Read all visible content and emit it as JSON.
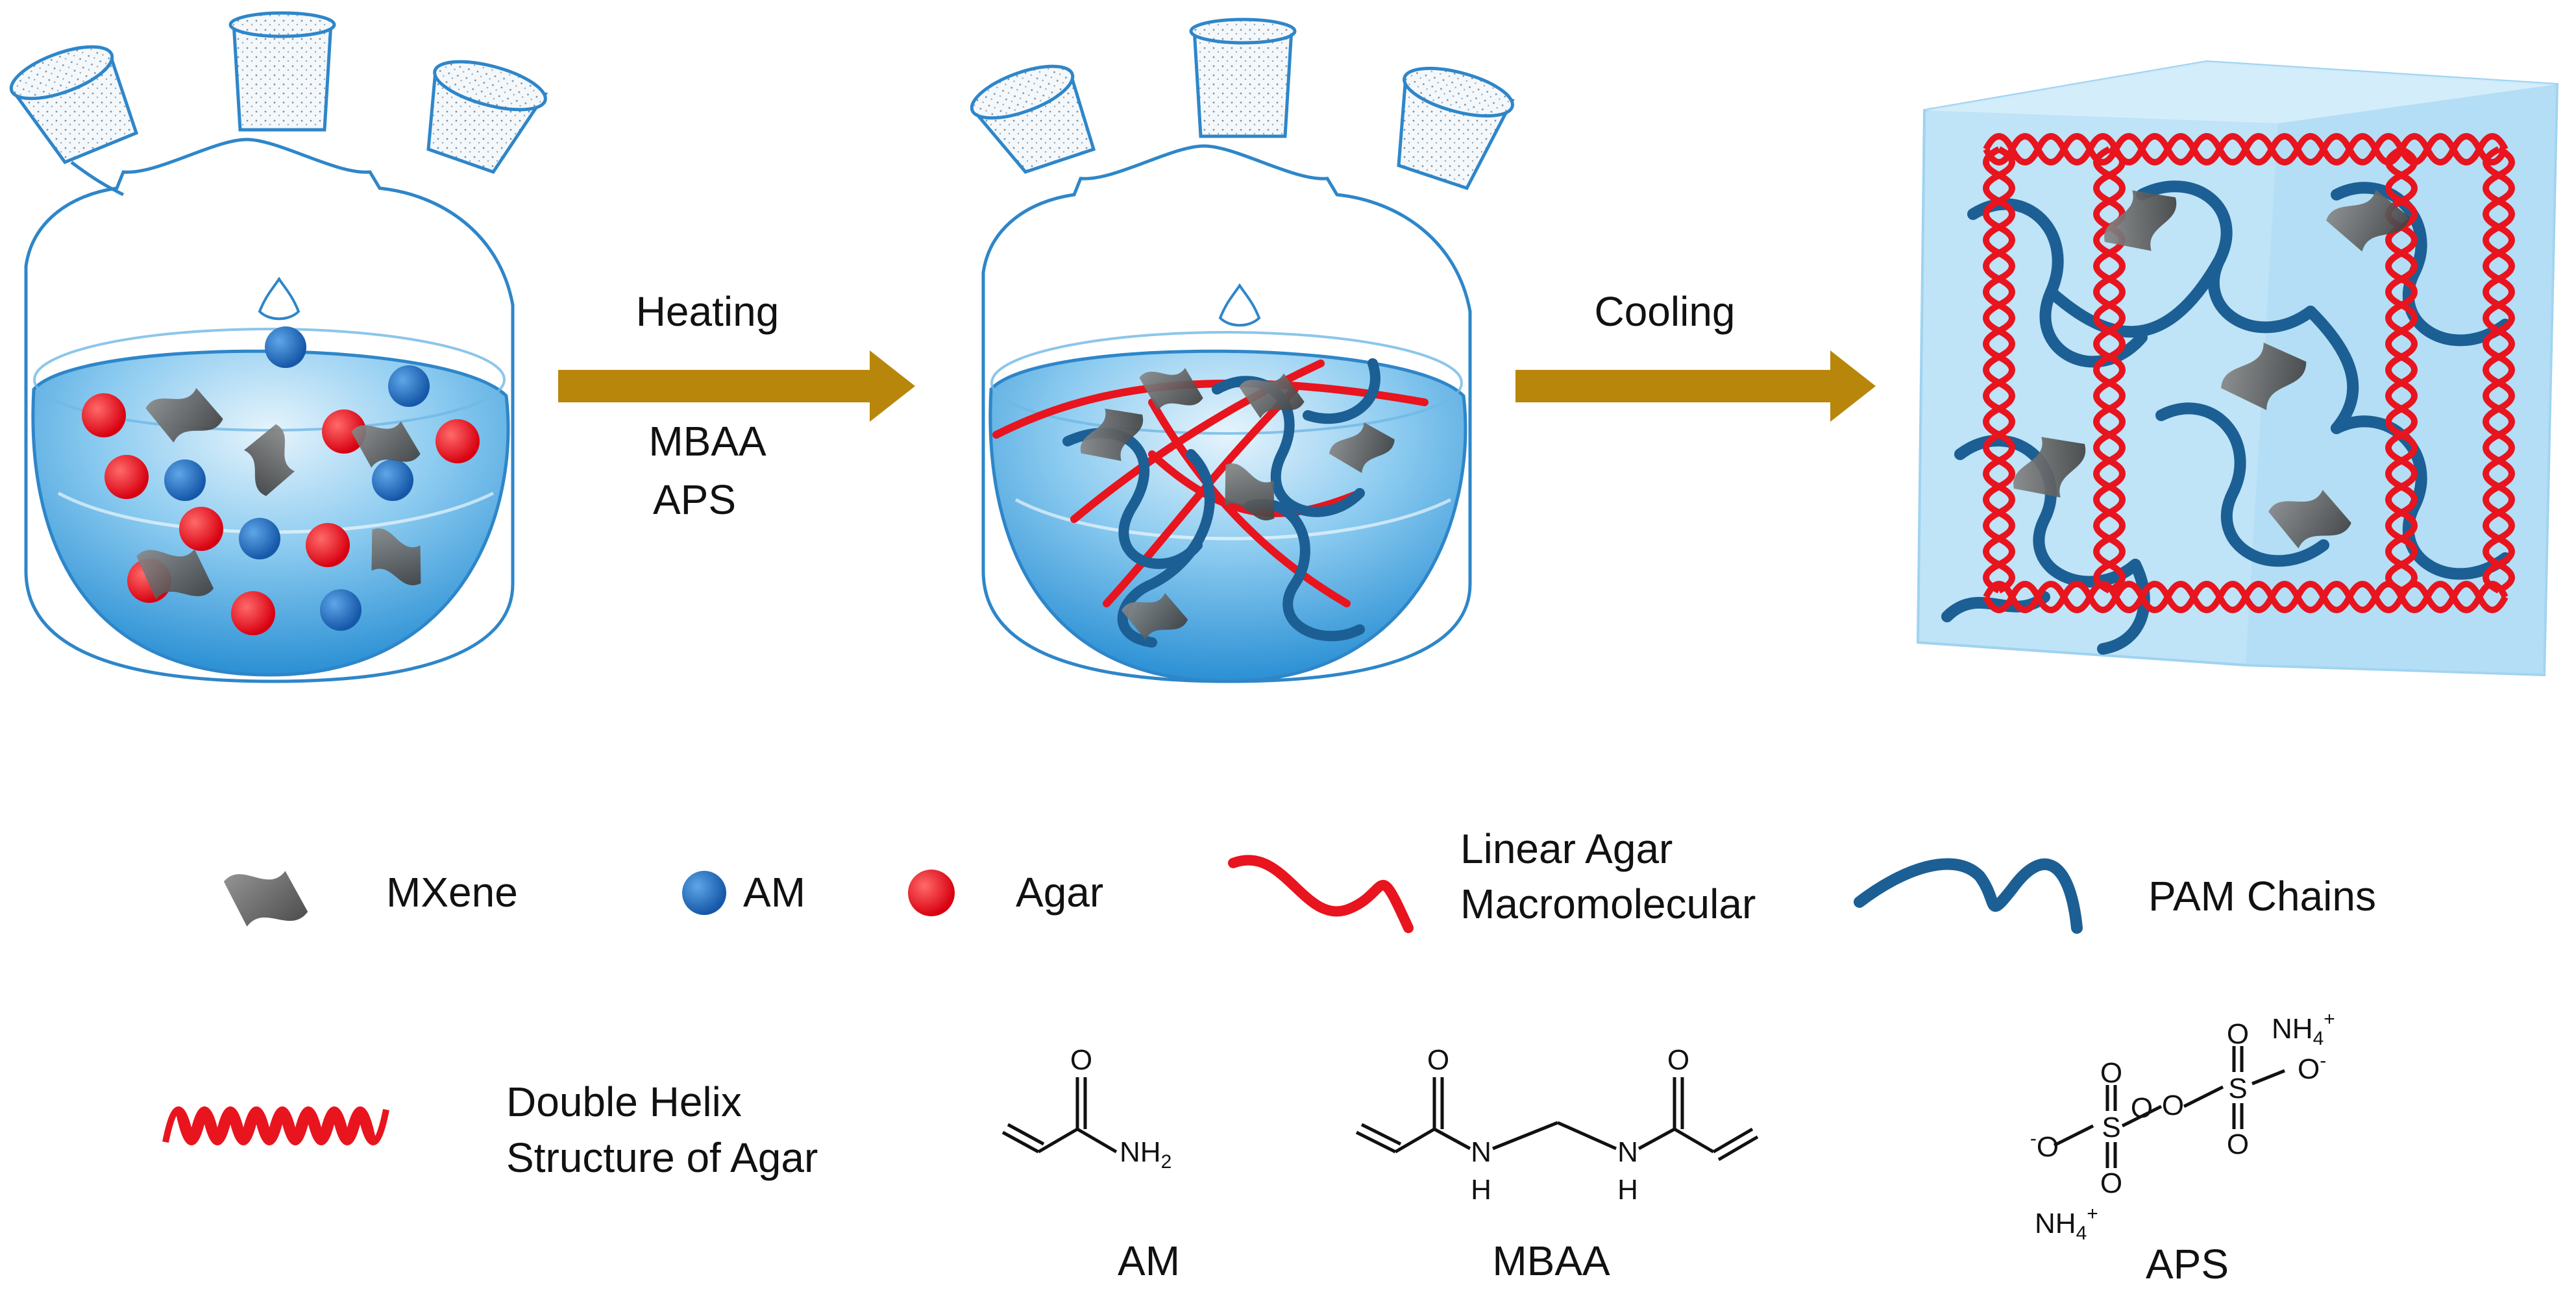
{
  "process": {
    "step1_label": "Heating",
    "step1_reagent1": "MBAA",
    "step1_reagent2": "APS",
    "step2_label": "Cooling"
  },
  "legend": {
    "mxene": "MXene",
    "am": "AM",
    "agar": "Agar",
    "linear_agar_line1": "Linear Agar",
    "linear_agar_line2": "Macromolecular",
    "pam": "PAM Chains",
    "helix_line1": "Double Helix",
    "helix_line2": "Structure of Agar"
  },
  "molecules": {
    "am_name": "AM",
    "mbaa_name": "MBAA",
    "aps_name": "APS",
    "atom_o": "O",
    "atom_n": "N",
    "atom_h": "H",
    "atom_s": "S",
    "nh2_main": "NH",
    "nh2_sub": "2",
    "nh4_main": "NH",
    "nh4_sub": "4",
    "charge_plus": "+",
    "charge_minus": "-"
  },
  "colors": {
    "arrow": "#B8860B",
    "am_blue": "#1F6FC5",
    "agar_red": "#E8141E",
    "pam_blue": "#1C5F94",
    "mxene_gray": "#5C5C5C",
    "liquid": "#3FA3E0",
    "hydrogel": "#BFE3F7"
  }
}
